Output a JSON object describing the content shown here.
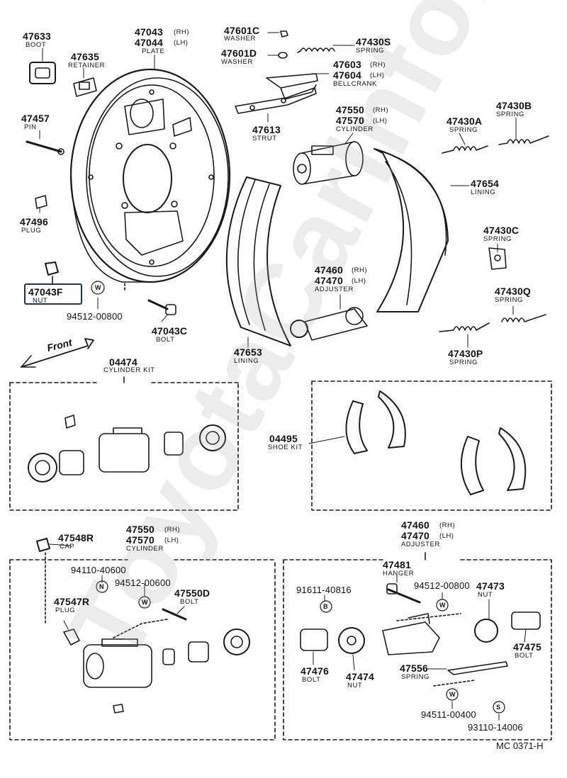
{
  "watermark": "ToyotaCarInfo.ru",
  "diagram_code": "MC 0371-H",
  "front_label": "Front",
  "parts": {
    "boot": {
      "num": "47633",
      "name": "BOOT"
    },
    "retainer": {
      "num": "47635",
      "name": "RETAINER"
    },
    "plate": {
      "num": "47043",
      "rl": "(RH)",
      "num2": "47044",
      "rl2": "(LH)",
      "name": "PLATE"
    },
    "washer_c": {
      "num": "47601C",
      "name": "WASHER"
    },
    "washer_d": {
      "num": "47601D",
      "name": "WASHER"
    },
    "spring_s": {
      "num": "47430S",
      "name": "SPRING"
    },
    "bellcrank": {
      "num": "47603",
      "rl": "(RH)",
      "num2": "47604",
      "rl2": "(LH)",
      "name": "BELLCRANK"
    },
    "pin": {
      "num": "47457",
      "name": "PIN"
    },
    "strut": {
      "num": "47613",
      "name": "STRUT"
    },
    "cylinder": {
      "num": "47550",
      "rl": "(RH)",
      "num2": "47570",
      "rl2": "(LH)",
      "name": "CYLINDER"
    },
    "spring_b": {
      "num": "47430B",
      "name": "SPRING"
    },
    "spring_a": {
      "num": "47430A",
      "name": "SPRING"
    },
    "lining_r": {
      "num": "47654",
      "name": "LINING"
    },
    "plug": {
      "num": "47496",
      "name": "PLUG"
    },
    "spring_c": {
      "num": "47430C",
      "name": "SPRING"
    },
    "adjuster": {
      "num": "47460",
      "rl": "(RH)",
      "num2": "47470",
      "rl2": "(LH)",
      "name": "ADJUSTER"
    },
    "nut_f": {
      "num": "47043F",
      "name": "NUT"
    },
    "washer_w": {
      "num": "94512-00800"
    },
    "spring_q": {
      "num": "47430Q",
      "name": "SPRING"
    },
    "bolt_c": {
      "num": "47043C",
      "name": "BOLT"
    },
    "lining_l": {
      "num": "47653",
      "name": "LINING"
    },
    "spring_p": {
      "num": "47430P",
      "name": "SPRING"
    },
    "cyl_kit": {
      "num": "04474",
      "name": "CYLINDER KIT"
    },
    "shoe_kit": {
      "num": "04495",
      "name": "SHOE KIT"
    },
    "cap": {
      "num": "47548R",
      "name": "CAP"
    },
    "cyl_detail": {
      "num": "47550",
      "rl": "(RH)",
      "num2": "47570",
      "rl2": "(LH)",
      "name": "CYLINDER"
    },
    "adj_detail": {
      "num": "47460",
      "rl": "(RH)",
      "num2": "47470",
      "rl2": "(LH)",
      "name": "ADJUSTER"
    },
    "n_41060": {
      "num": "94110-40600"
    },
    "w_00600": {
      "num": "94512-00600"
    },
    "bolt_d": {
      "num": "47550D",
      "name": "BOLT"
    },
    "plug_r": {
      "num": "47547R",
      "name": "PLUG"
    },
    "hanger": {
      "num": "47481",
      "name": "HANGER"
    },
    "b_40816": {
      "num": "91611-40816"
    },
    "w_00800b": {
      "num": "94512-00800"
    },
    "nut_473": {
      "num": "47473",
      "name": "NUT"
    },
    "bolt_476": {
      "num": "47476",
      "name": "BOLT"
    },
    "nut_474": {
      "num": "47474",
      "name": "NUT"
    },
    "spring_556": {
      "num": "47556",
      "name": "SPRING"
    },
    "bolt_475": {
      "num": "47475",
      "name": "BOLT"
    },
    "w_00400": {
      "num": "94511-00400"
    },
    "s_14006": {
      "num": "93110-14006"
    }
  },
  "markers": {
    "w": "W",
    "n": "N",
    "b": "B",
    "s": "S"
  }
}
